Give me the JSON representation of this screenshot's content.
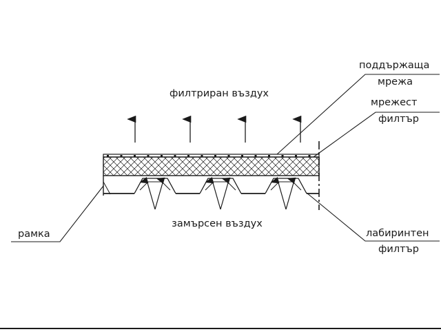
{
  "labels": {
    "top": "филтриран въздух",
    "bottom": "замърсен въздух",
    "support_line1": "поддържаща",
    "support_line2": "мрежа",
    "mesh_line1": "мрежест",
    "mesh_line2": "филтър",
    "frame": "рамка",
    "labyrinth_line1": "лабиринтен",
    "labyrinth_line2": "филтър"
  },
  "colors": {
    "ink": "#1a1a1a",
    "background": "#ffffff"
  }
}
